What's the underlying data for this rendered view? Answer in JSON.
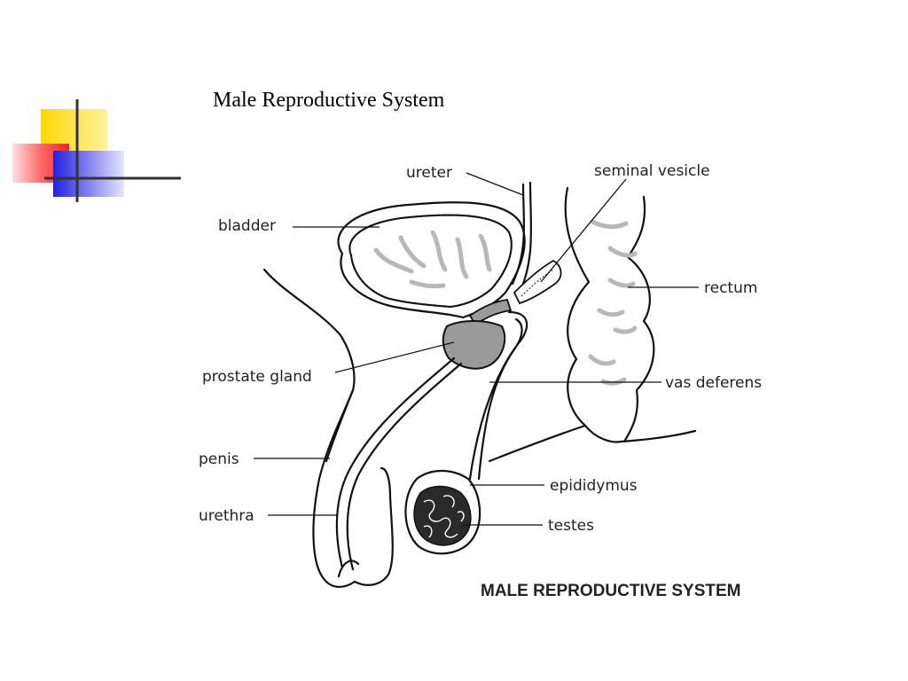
{
  "slide": {
    "title": "Male Reproductive System",
    "deco_colors": {
      "yellow": "#FFD700",
      "red": "#FF2020",
      "blue": "#2020DD",
      "line": "#333333"
    }
  },
  "diagram": {
    "caption": "MALE REPRODUCTIVE SYSTEM",
    "labels": {
      "ureter": "ureter",
      "seminal_vesicle": "seminal vesicle",
      "bladder": "bladder",
      "rectum": "rectum",
      "prostate_gland": "prostate gland",
      "vas_deferens": "vas deferens",
      "penis": "penis",
      "epididymus": "epididymus",
      "urethra": "urethra",
      "testes": "testes"
    },
    "colors": {
      "fill_gray": "#9a9a9a",
      "fold_gray": "#b8b8b8",
      "stroke": "#111111"
    }
  }
}
